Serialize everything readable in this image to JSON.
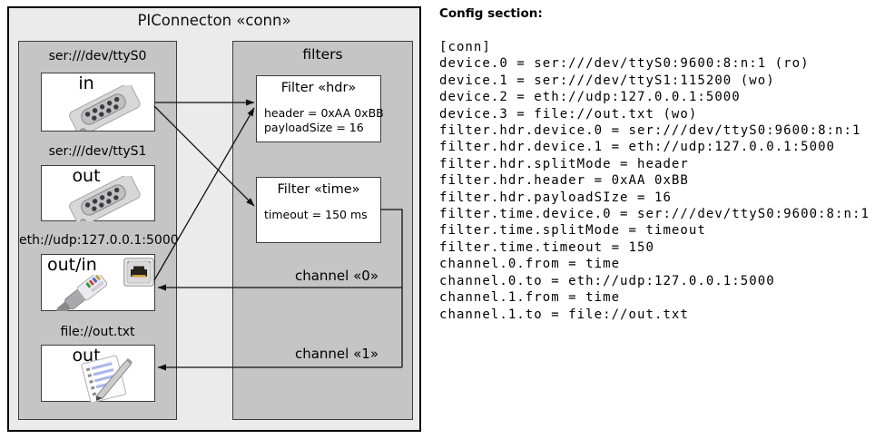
{
  "diagram": {
    "title": "PIConnecton «conn»",
    "devices": [
      {
        "url": "ser:///dev/ttyS0",
        "direction": "in",
        "icon": "serial-connector"
      },
      {
        "url": "ser:///dev/ttyS1",
        "direction": "out",
        "icon": "serial-connector"
      },
      {
        "url": "eth://udp:127.0.0.1:5000",
        "direction": "out/in",
        "icon": "ethernet-connector"
      },
      {
        "url": "file://out.txt",
        "direction": "out",
        "icon": "notepad"
      }
    ],
    "filters": {
      "title": "filters",
      "items": [
        {
          "title": "Filter «hdr»",
          "attributes": [
            "header = 0xAA 0xBB",
            "payloadSize = 16"
          ]
        },
        {
          "title": "Filter «time»",
          "attributes": [
            "timeout = 150 ms"
          ]
        }
      ]
    },
    "channels": [
      {
        "label": "channel «0»"
      },
      {
        "label": "channel «1»"
      }
    ]
  },
  "config": {
    "heading": "Config section:",
    "lines": [
      "[conn]",
      "device.0 = ser:///dev/ttyS0:9600:8:n:1 (ro)",
      "device.1 = ser:///dev/ttyS1:115200 (wo)",
      "device.2 = eth://udp:127.0.0.1:5000",
      "device.3 = file://out.txt (wo)",
      "filter.hdr.device.0 = ser:///dev/ttyS0:9600:8:n:1",
      "filter.hdr.device.1 = eth://udp:127.0.0.1:5000",
      "filter.hdr.splitMode = header",
      "filter.hdr.header = 0xAA 0xBB",
      "filter.hdr.payloadSIze = 16",
      "filter.time.device.0 = ser:///dev/ttyS0:9600:8:n:1",
      "filter.time.splitMode = timeout",
      "filter.time.timeout = 150",
      "channel.0.from = time",
      "channel.0.to = eth://udp:127.0.0.1:5000",
      "channel.1.from = time",
      "channel.1.to = file://out.txt"
    ]
  },
  "colors": {
    "diagram_bg": "#ebebeb",
    "container_bg": "#c5c5c5",
    "box_bg": "#ffffff",
    "border": "#3d3d3d",
    "outer_border": "#000000",
    "line": "#111111"
  }
}
